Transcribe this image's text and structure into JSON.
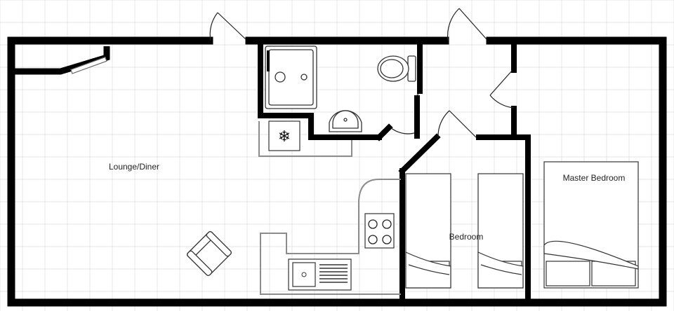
{
  "rooms": {
    "lounge_diner": "Lounge/Diner",
    "bedroom": "Bedroom",
    "master_bedroom": "Master Bedroom"
  },
  "icons": {
    "freezer": "snowflake-icon"
  },
  "colors": {
    "wall": "#000000",
    "fixture_outline": "#333333",
    "counter": "#8c8c8c",
    "grid": "#e6e6e6",
    "background": "#ffffff"
  }
}
